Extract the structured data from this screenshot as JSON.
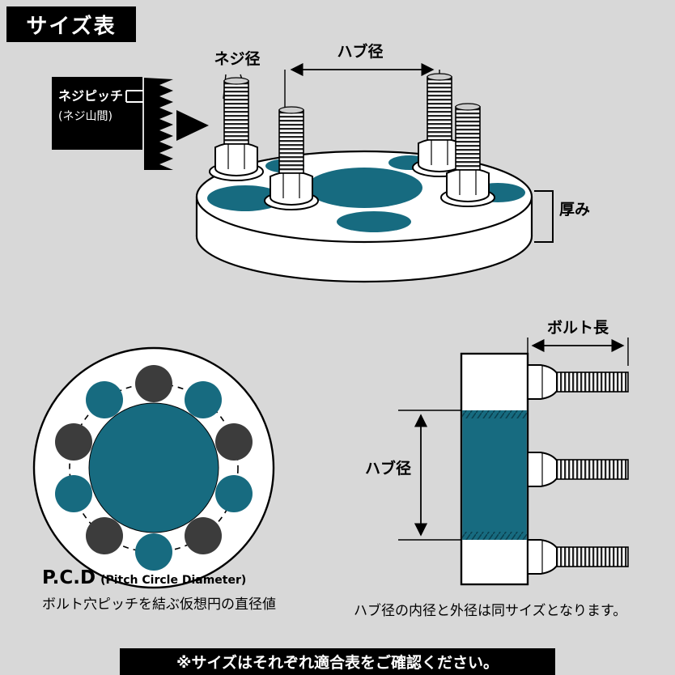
{
  "colors": {
    "background": "#d8d8d8",
    "teal": "#176b80",
    "bolt_dark": "#3c3c3c",
    "black": "#000000",
    "white": "#ffffff"
  },
  "header": {
    "title": "サイズ表"
  },
  "top_view": {
    "screw_diameter_label": "ネジ径",
    "hub_diameter_label": "ハブ径",
    "screw_pitch_label_line1": "ネジピッチ",
    "screw_pitch_label_line2": "(ネジ山間)",
    "thickness_label": "厚み"
  },
  "pcd_view": {
    "title": "P.C.D",
    "title_sub": "(Pitch Circle Diameter)",
    "description": "ボルト穴ピッチを結ぶ仮想円の直径値"
  },
  "side_view": {
    "bolt_length_label": "ボルト長",
    "hub_diameter_label": "ハブ径",
    "caption": "ハブ径の内径と外径は同サイズとなります。"
  },
  "footer": {
    "note": "※サイズはそれぞれ適合表をご確認ください。"
  }
}
